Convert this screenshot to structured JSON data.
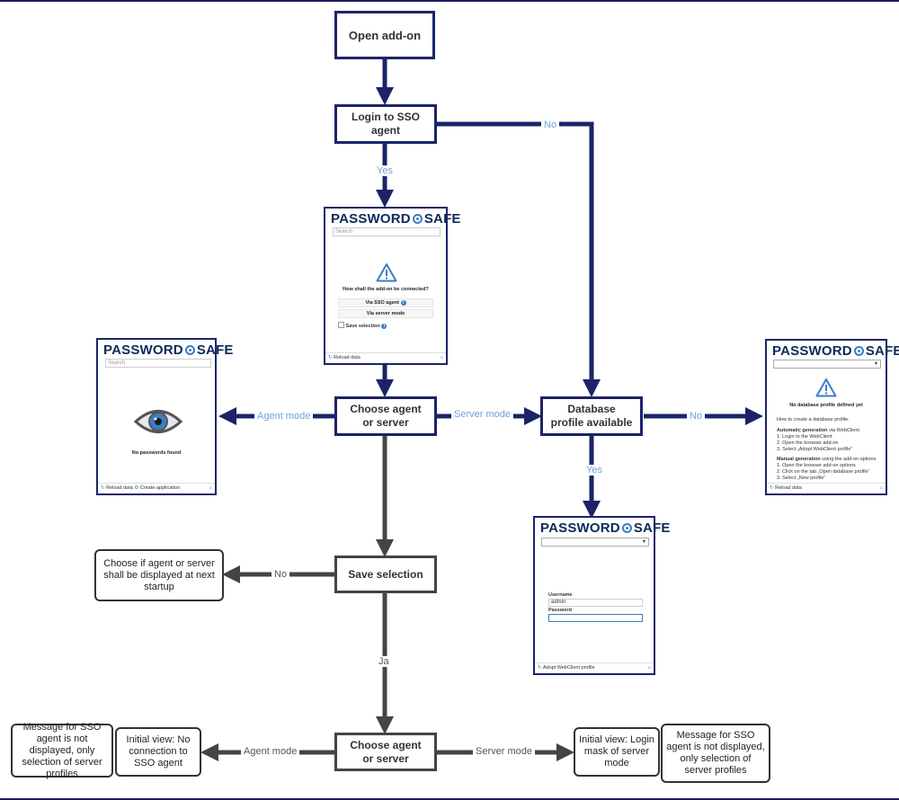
{
  "nodes": {
    "open_addon": "Open add-on",
    "login_sso": "Login to SSO agent",
    "choose_top": "Choose agent or server",
    "db_profile": "Database profile available",
    "save_selection": "Save selection",
    "choose_bottom": "Choose agent or server"
  },
  "notes": {
    "choose_startup": "Choose if agent or server shall be displayed at next startup",
    "msg_left": "Message for SSO agent is not displayed, only selection of server profiles",
    "initial_no_conn": "Initial view: No connection to SSO agent",
    "initial_login": "Initial view: Login mask of server mode",
    "msg_right": "Message for SSO agent is not displayed, only selection of server profiles"
  },
  "labels": {
    "no_login": "No",
    "yes_login": "Yes",
    "agent_mode_top": "Agent mode",
    "server_mode_top": "Server mode",
    "no_db": "No",
    "yes_db": "Yes",
    "no_save": "No",
    "ja_save": "Ja",
    "agent_mode_bottom": "Agent mode",
    "server_mode_bottom": "Server mode"
  },
  "screens": {
    "brand_left": "PASSWORD",
    "brand_right": "SAFE",
    "search_placeholder": "Search",
    "connect": {
      "question": "How shall the add-on be connected?",
      "via_sso": "Via SSO agent",
      "via_server": "Via server mode",
      "save_selection": "Save selection",
      "footer": "Reload data"
    },
    "agent": {
      "message": "No passwords found",
      "footer_reload": "Reload data",
      "footer_create": "Create application"
    },
    "noprofile": {
      "title": "No database profile defined yet",
      "howto": "How to create a database profile:",
      "auto_bold": "Automatic generation",
      "auto_rest": " via WebClient",
      "auto_1": "1. Login to the WebClient",
      "auto_2": "2. Open the browser add-on",
      "auto_3": "3. Select „Adopt WebClient profile“",
      "manual_bold": "Manual generation",
      "manual_rest": " using the add-on options",
      "manual_1": "1. Open the browser add-on options",
      "manual_2": "2. Click on the tab „Open database profile“",
      "manual_3": "3. Select „New profile“",
      "footer": "Reload data"
    },
    "login": {
      "username_label": "Username",
      "username_value": "admin",
      "password_label": "Password",
      "footer": "Adopt WebClient profile"
    }
  },
  "colors": {
    "navy": "#1b2468",
    "gray": "#444444",
    "label_blue": "#6fa3d8",
    "brand_dark": "#0d2a58",
    "brand_blue": "#3e7cc4"
  }
}
